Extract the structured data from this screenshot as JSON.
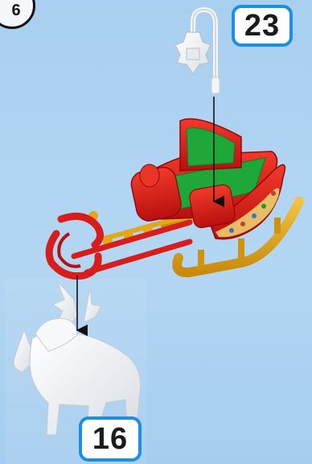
{
  "step": {
    "number": "6"
  },
  "callouts": {
    "top_part": "23",
    "bottom_part": "16"
  },
  "colors": {
    "background": "#aed2f1",
    "sleigh_red": "#e01616",
    "sleigh_green": "#1fa83a",
    "runner_gold": "#e0a315",
    "callout_border": "#1d8fe3",
    "ghost_part": "#eef1f4"
  },
  "parts": [
    "lantern-post",
    "sleigh-body",
    "sleigh-runners",
    "harness-shafts",
    "reindeer"
  ]
}
